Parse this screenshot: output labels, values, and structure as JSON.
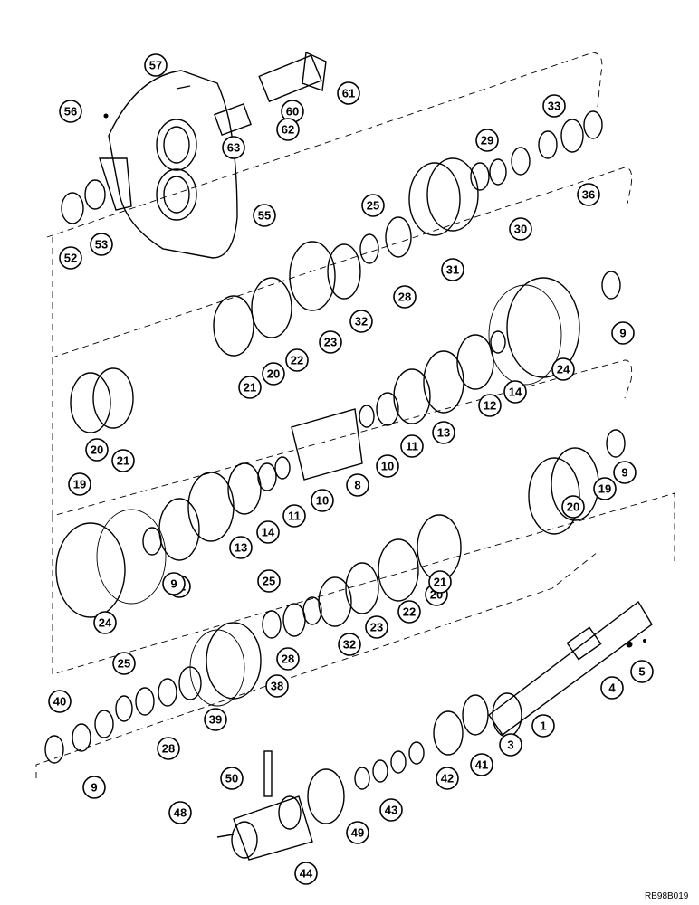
{
  "figure_code": "RB98B019",
  "callouts": [
    "57",
    "56",
    "61",
    "60",
    "62",
    "63",
    "55",
    "33",
    "29",
    "36",
    "30",
    "52",
    "53",
    "25",
    "31",
    "28",
    "23",
    "32",
    "22",
    "21",
    "20",
    "9",
    "24",
    "12",
    "14",
    "13",
    "11",
    "10",
    "8",
    "19",
    "12",
    "13",
    "14",
    "11",
    "10",
    "9",
    "20",
    "21",
    "19",
    "20",
    "9",
    "24",
    "25",
    "28",
    "32",
    "23",
    "22",
    "20",
    "21",
    "25",
    "38",
    "39",
    "28",
    "40",
    "9",
    "4",
    "5",
    "1",
    "3",
    "41",
    "42",
    "43",
    "49",
    "44",
    "48",
    "50"
  ]
}
